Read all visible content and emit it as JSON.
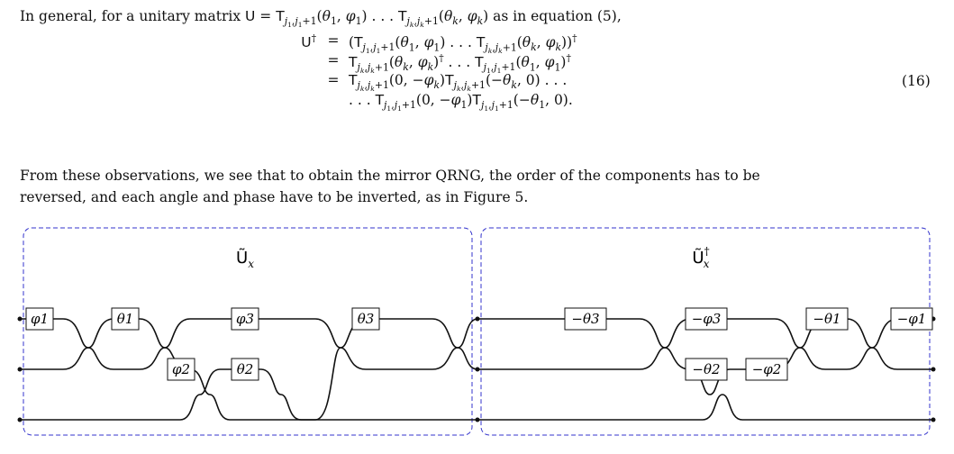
{
  "text": {
    "intro": "In general, for a unitary matrix U = T_{j1,j1+1}(θ1, φ1) . . . T_{jk,jk+1}(θk, φk) as in equation (5),",
    "equation": {
      "number": "(16)",
      "rows": [
        {
          "lhs": "U†",
          "op": "=",
          "rhs": "(T_{j1,j1+1}(θ1, φ1) . . . T_{jk,jk+1}(θk, φk))†"
        },
        {
          "lhs": "",
          "op": "=",
          "rhs": "T_{jk,jk+1}(θk, φk)† . . . T_{j1,j1+1}(θ1, φ1)†"
        },
        {
          "lhs": "",
          "op": "=",
          "rhs": "T_{jk,jk+1}(0, −φk)T_{jk,jk+1}(−θk, 0) . . ."
        },
        {
          "lhs": "",
          "op": "",
          "rhs": ". . . T_{j1,j1+1}(0, −φ1)T_{j1,j1+1}(−θ1, 0)."
        }
      ]
    },
    "observation_line1": "From these observations, we see that to obtain the mirror QRNG, the order of the components has to be",
    "observation_line2": "reversed, and each angle and phase have to be inverted, as in Figure 5."
  },
  "figure": {
    "left_title": "Ũx",
    "right_title": "Ũx†",
    "left_labels": [
      "φ1",
      "θ1",
      "φ3",
      "θ3",
      "φ2",
      "θ2"
    ],
    "right_labels": [
      "−θ3",
      "−φ3",
      "−θ1",
      "−φ1",
      "−θ2",
      "−φ2"
    ]
  },
  "colors": {
    "box_border": "#3333cc",
    "wire": "#111111"
  }
}
